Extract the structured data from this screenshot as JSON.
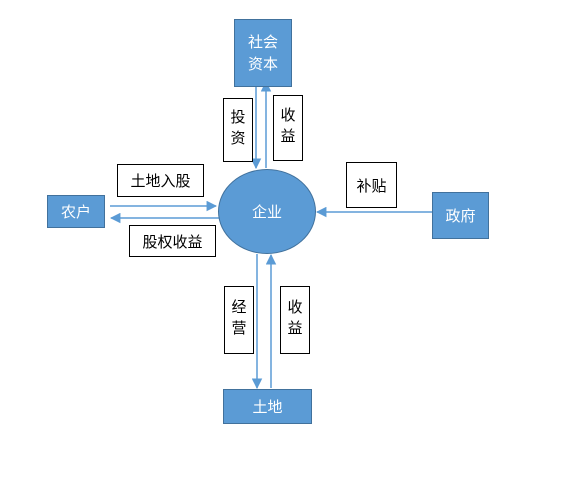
{
  "nodes": {
    "social_capital": "社会\n资本",
    "enterprise": "企业",
    "farmer": "农户",
    "government": "政府",
    "land": "土地"
  },
  "edge_labels": {
    "invest": "投资",
    "top_return": "收益",
    "land_share": "土地入股",
    "equity_return": "股权收益",
    "subsidy": "补贴",
    "operate": "经营",
    "bottom_return": "收益"
  },
  "colors": {
    "node_fill": "#5b9bd5",
    "node_border": "#41719c",
    "arrow": "#5b9bd5"
  }
}
